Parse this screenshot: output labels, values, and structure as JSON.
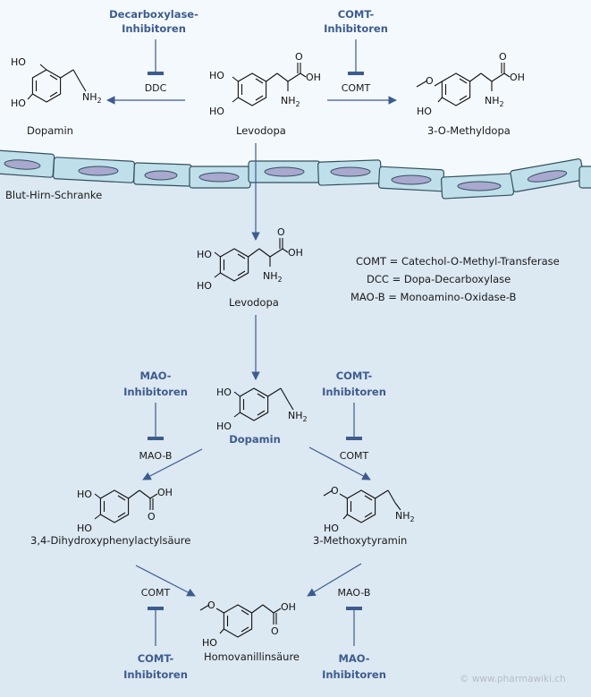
{
  "labels": {
    "dopamin_top": "Dopamin",
    "levodopa_top": "Levodopa",
    "methyldopa": "3-O-Methyldopa",
    "bbb": "Blut-Hirn-Schranke",
    "levodopa_mid": "Levodopa",
    "dopamin_mid": "Dopamin",
    "dopac": "3,4-Dihydroxyphenylactylsäure",
    "methoxytyramin": "3-Methoxytyramin",
    "hva": "Homovanillinsäure"
  },
  "inhibitors": {
    "decarb_line1": "Decarboxylase-",
    "decarb_line2": "Inhibitoren",
    "comt_top_line1": "COMT-",
    "comt_top_line2": "Inhibitoren",
    "mao_mid_line1": "MAO-",
    "mao_mid_line2": "Inhibitoren",
    "comt_mid_line1": "COMT-",
    "comt_mid_line2": "Inhibitoren",
    "comt_bot_line1": "COMT-",
    "comt_bot_line2": "Inhibitoren",
    "mao_bot_line1": "MAO-",
    "mao_bot_line2": "Inhibitoren"
  },
  "enzymes": {
    "ddc": "DDC",
    "comt_top": "COMT",
    "mao_b_mid": "MAO-B",
    "comt_mid": "COMT",
    "comt_bot": "COMT",
    "mao_b_bot": "MAO-B"
  },
  "legend": {
    "comt": "COMT = Catechol-O-Methyl-Transferase",
    "dcc": "DCC = Dopa-Decarboxylase",
    "maob": "MAO-B = Monoamino-Oxidase-B"
  },
  "atoms": {
    "ho": "HO",
    "oh": "OH",
    "o": "O",
    "nh": "NH",
    "two": "2"
  },
  "credit": "© www.pharmawiki.ch",
  "colors": {
    "accent": "#3d5c8e",
    "brain_background": "#dce8f2",
    "blood_background": "#f4f9fd",
    "cell_fill": "#bfe0ea",
    "nucleus_fill": "#a9a8cf"
  }
}
